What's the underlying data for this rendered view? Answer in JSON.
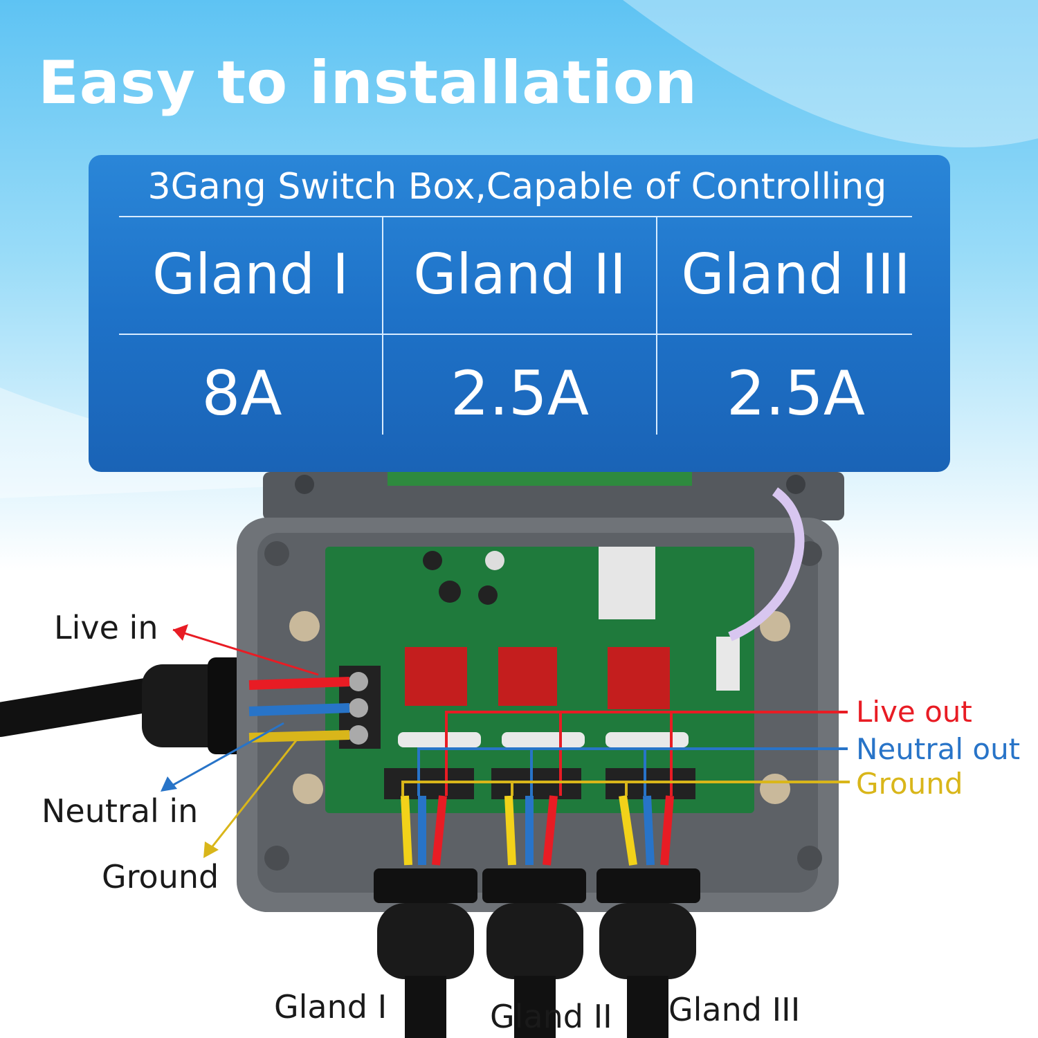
{
  "title": "Easy to installation",
  "spec_table": {
    "caption": "3Gang Switch Box,Capable of Controlling",
    "columns": [
      {
        "name": "Gland I",
        "current": "8A"
      },
      {
        "name": "Gland II",
        "current": "2.5A"
      },
      {
        "name": "Gland III",
        "current": "2.5A"
      }
    ]
  },
  "labels": {
    "input": {
      "live": "Live in",
      "neutral": "Neutral in",
      "ground": "Ground"
    },
    "output": {
      "live": "Live out",
      "neutral": "Neutral out",
      "ground": "Ground"
    },
    "glands": [
      "Gland I",
      "Gland II",
      "Gland III"
    ]
  },
  "colors": {
    "live": "#e81c24",
    "neutral": "#2874c8",
    "ground": "#d9b61a",
    "panel": "#1e72c8",
    "enclosure": "#6b6f74",
    "pcb": "#1f7a3c"
  }
}
